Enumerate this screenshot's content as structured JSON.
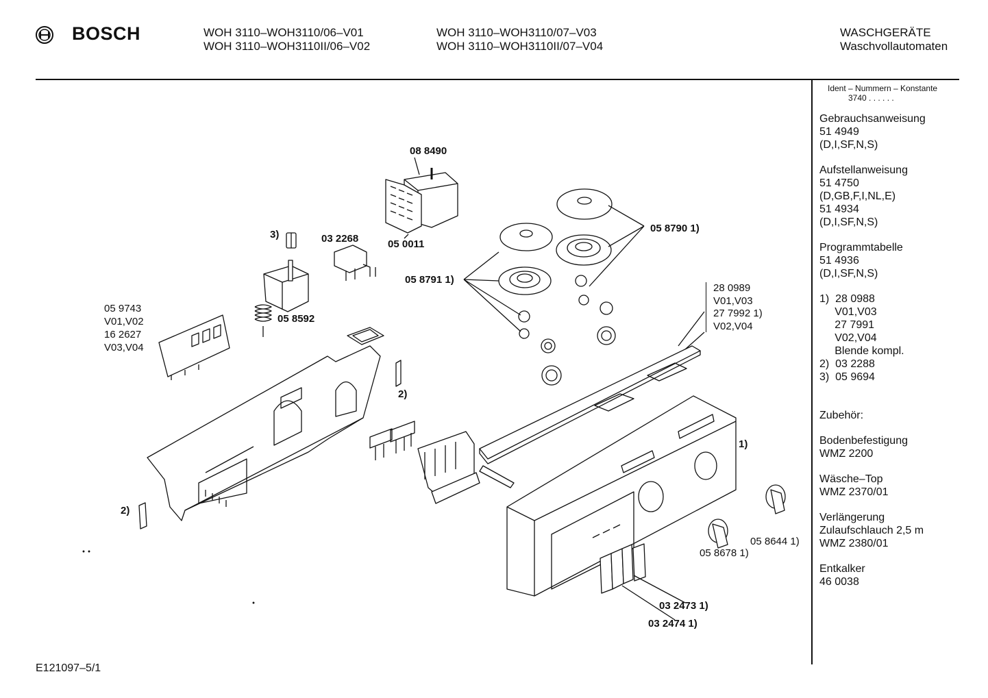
{
  "header": {
    "brand": "BOSCH",
    "models_col1": [
      "WOH 3110–WOH3110/06–V01",
      "WOH 3110–WOH3110II/06–V02"
    ],
    "models_col2": [
      "WOH 3110–WOH3110/07–V03",
      "WOH 3110–WOH3110II/07–V04"
    ],
    "category": [
      "WASCHGERÄTE",
      "Waschvollautomaten"
    ]
  },
  "sidebar": {
    "ident_title": "Ident – Nummern – Konstante",
    "ident_value": "3740 . .  . . . .",
    "blocks": [
      [
        "Gebrauchsanweisung",
        "51 4949",
        "(D,I,SF,N,S)"
      ],
      [
        "Aufstellanweisung",
        "51 4750",
        "(D,GB,F,I,NL,E)",
        "51 4934",
        "(D,I,SF,N,S)"
      ],
      [
        "Programmtabelle",
        "51 4936",
        "(D,I,SF,N,S)"
      ],
      [
        "1)  28 0988",
        "     V01,V03",
        "     27 7991",
        "     V02,V04",
        "     Blende kompl.",
        "2)  03 2288",
        "3)  05 9694"
      ],
      [
        "",
        "Zubehör:"
      ],
      [
        "Bodenbefestigung",
        "WMZ 2200"
      ],
      [
        "Wäsche–Top",
        "WMZ 2370/01"
      ],
      [
        "Verlängerung",
        "Zulaufschlauch 2,5 m",
        "WMZ 2380/01"
      ],
      [
        "Entkalker",
        "46 0038"
      ]
    ]
  },
  "parts": {
    "p088490": "08 8490",
    "p050011": "05 0011",
    "p032268": "03 2268",
    "n3": "3)",
    "p058592": "05 8592",
    "p058790": "05 8790 1)",
    "p058791": "05 8791 1)",
    "p059743": [
      "05 9743",
      "V01,V02",
      "16 2627",
      "V03,V04"
    ],
    "p280989": [
      "28 0989",
      "V01,V03",
      "27 7992 1)",
      "V02,V04"
    ],
    "n2a": "2)",
    "n2b": "2)",
    "n1": "1)",
    "p058644": "05 8644 1)",
    "p058678": "05 8678 1)",
    "p032473": "03 2473  1)",
    "p032474": "03 2474  1)"
  },
  "footer": {
    "code": "E121097–5/1"
  }
}
